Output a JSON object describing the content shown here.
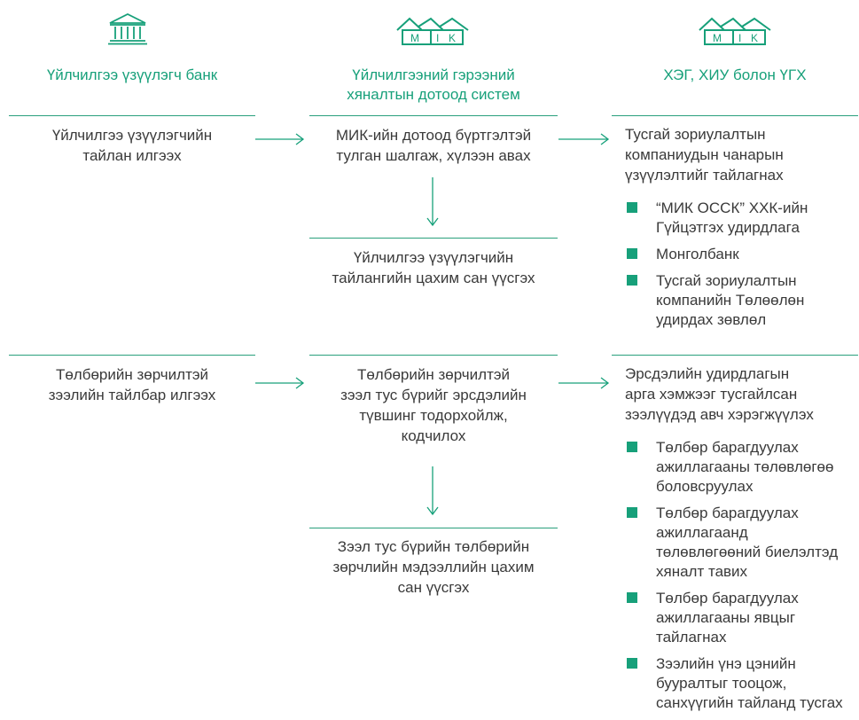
{
  "colors": {
    "accent": "#17a07a",
    "text": "#3a3a3a"
  },
  "columns": [
    {
      "icon": "bank-icon",
      "title": "Үйлчилгээ үзүүлэгч банк"
    },
    {
      "icon": "mik-logo-icon",
      "title_line1": "Үйлчилгээний гэрээний",
      "title_line2": "хяналтын дотоод систем"
    },
    {
      "icon": "mik-logo-icon",
      "title": "ХЭГ, ХИУ болон ҮГХ"
    }
  ],
  "logo": {
    "letters": [
      "M",
      "I",
      "K"
    ]
  },
  "section1": {
    "left": [
      "Үйлчилгээ үзүүлэгчийн",
      "тайлан илгээх"
    ],
    "mid_top": [
      "МИК-ийн дотоод бүртгэлтэй",
      "тулган шалгаж, хүлээн авах"
    ],
    "mid_bottom": [
      "Үйлчилгээ үзүүлэгчийн",
      "тайлангийн цахим сан үүсгэх"
    ],
    "right": [
      "Тусгай зориулалтын",
      "компаниудын чанарын",
      "үзүүлэлтийг тайлагнах"
    ],
    "bullets": [
      [
        "“МИК ОССК” ХХК-ийн",
        "Гүйцэтгэх удирдлага"
      ],
      [
        "Монголбанк"
      ],
      [
        "Тусгай зориулалтын",
        "компанийн Төлөөлөн",
        "удирдах зөвлөл"
      ]
    ]
  },
  "section2": {
    "left": [
      "Төлбөрийн зөрчилтэй",
      "зээлийн тайлбар илгээх"
    ],
    "mid_top": [
      "Төлбөрийн зөрчилтэй",
      "зээл тус бүрийг эрсдэлийн",
      "түвшинг тодорхойлж,",
      "кодчилох"
    ],
    "mid_bottom": [
      "Зээл тус бүрийн төлбөрийн",
      "зөрчлийн мэдээллийн цахим",
      "сан үүсгэх"
    ],
    "right": [
      "Эрсдэлийн удирдлагын",
      "арга хэмжээг тусгайлсан",
      "зээлүүдэд авч хэрэгжүүлэх"
    ],
    "bullets": [
      [
        "Төлбөр барагдуулах",
        "ажиллагааны төлөвлөгөө",
        "боловсруулах"
      ],
      [
        "Төлбөр барагдуулах",
        "ажиллагаанд",
        "төлөвлөгөөний биелэлтэд",
        "хяналт тавих"
      ],
      [
        "Төлбөр барагдуулах",
        "ажиллагааны явцыг",
        "тайлагнах"
      ],
      [
        "Зээлийн үнэ цэнийн",
        "бууралтыг тооцож,",
        "санхүүгийн тайланд тусгах"
      ]
    ]
  }
}
